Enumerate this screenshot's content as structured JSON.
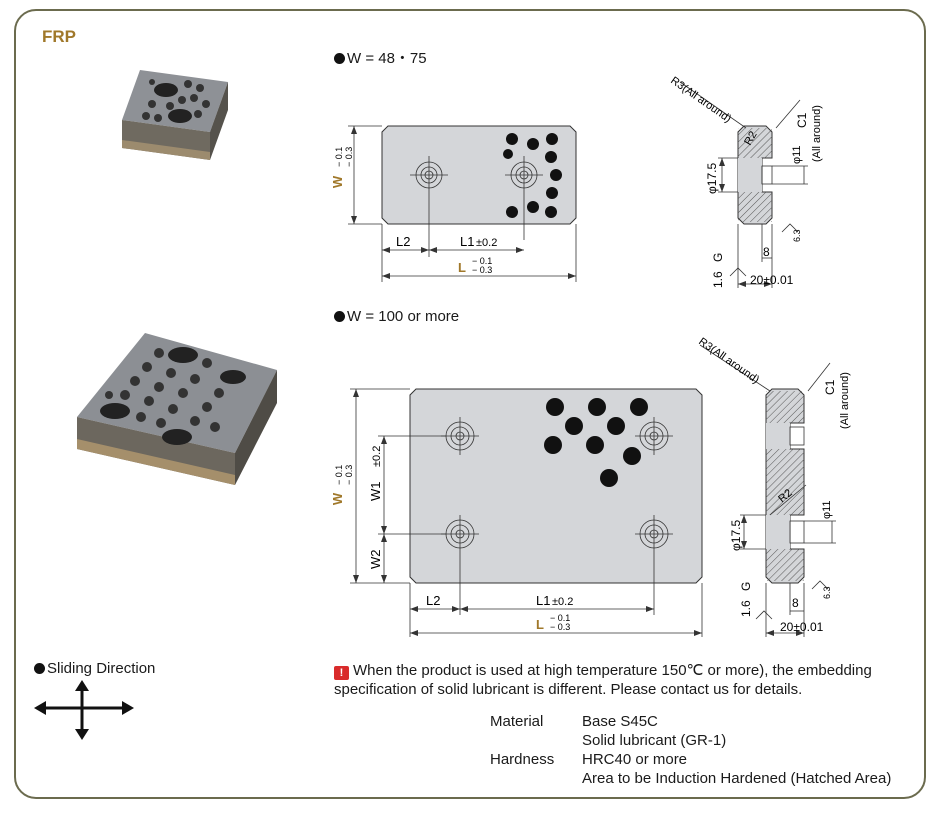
{
  "title": "FRP",
  "section1_label": "W = 48・75",
  "section2_label": "W = 100 or more",
  "sliding_direction_label": "Sliding Direction",
  "drawing": {
    "W": "W",
    "L": "L",
    "tol_top": "− 0.1",
    "tol_bottom": "− 0.3",
    "L1": "L1",
    "pm02": "±0.2",
    "L2": "L2",
    "W1": "W1",
    "W2": "W2",
    "R3": "R3(All around)",
    "R2": "R2",
    "C1": "C1",
    "all_around": "(All around)",
    "phi11": "φ11",
    "phi175": "φ17.5",
    "eight": "8",
    "twenty": "20±0.01",
    "g": "G",
    "r16": "1.6",
    "r63": "6.3"
  },
  "note_text": "When the product is used at high temperature 150℃ or more), the embedding specification of solid lubricant is different. Please contact us for details.",
  "spec": {
    "material_label": "Material",
    "material_base": "Base S45C",
    "material_lubricant": "Solid lubricant (GR-1)",
    "hardness_label": "Hardness",
    "hardness_value": "HRC40 or more",
    "hardness_area": "Area to be Induction Hardened (Hatched Area)"
  },
  "colors": {
    "accent": "#a0782a",
    "frame": "#6b6b4e",
    "warning": "#d92b2b",
    "plate": "#d4d6d9"
  }
}
